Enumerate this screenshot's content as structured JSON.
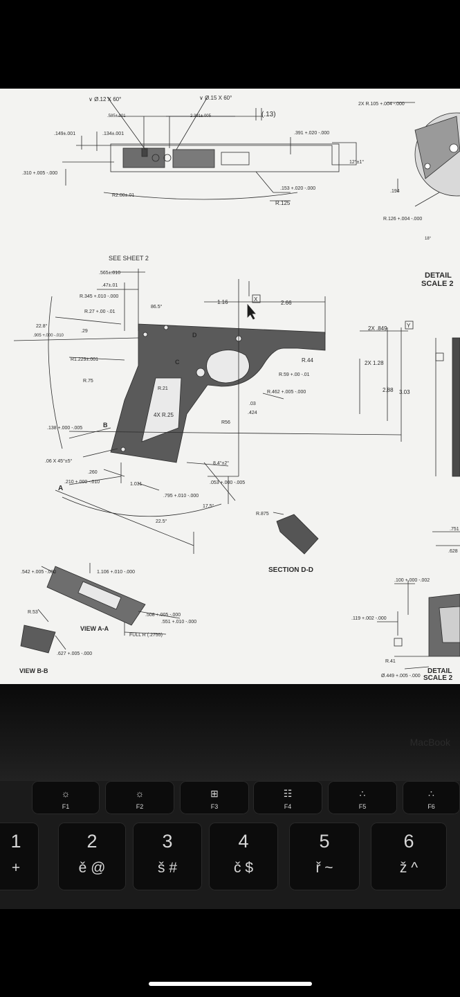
{
  "drawing": {
    "labels": [
      "∨ Ø.12 X 60°",
      "∨ Ø.15 X 60°",
      ".585±.001",
      "2.391±.005",
      "(.13)",
      ".149±.001",
      ".134±.001",
      ".391 +.020 -.000",
      "12°±1°",
      ".310 +.005 -.000",
      "R2.00±.01",
      ".153 +.020 -.000",
      "R.125",
      "2X R.105 +.004 -.000",
      ".194",
      "R.126 +.004 -.000",
      "18°",
      "SEE SHEET 2",
      ".565±.010",
      ".47±.01",
      "R.345 +.010 -.000",
      "R.27 +.00 -.01",
      "86.5°",
      "1.16",
      "2.66",
      "22.8°",
      ".905 +.000 -.010",
      ".29",
      "2X .849",
      "R1.229±.001",
      "R.44",
      "R.59 +.00 -.01",
      "2X 1.28",
      "R.75",
      "R.21",
      "R.462 +.005 -.000",
      "2.88",
      "3.03",
      ".03",
      ".424",
      "4X R.25",
      "R56",
      ".138 +.000 -.005",
      "B",
      "D",
      "C",
      ".06 X 45°±5°",
      ".260",
      "8.4°±2°",
      ".210 +.000 -.010",
      "A",
      "1.031",
      ".053 +.000 -.005",
      ".795 +.010 -.000",
      "17.5°",
      "R.875",
      "22.5°",
      ".751",
      ".628",
      ".542 +.005 -.000",
      "1.106 +.010 -.000",
      ".100 +.000 -.002",
      "R.53",
      ".508 +.005 -.000",
      ".551 +.010 -.000",
      ".119 +.002 -.000",
      "FULL R (.2755)",
      "VIEW A-A",
      ".627 +.005 -.000",
      "R.41",
      "Ø.449 +.005 -.000",
      "VIEW B-B",
      "SECTION D-D",
      "DETAIL",
      "SCALE 2",
      "DETAIL",
      "SCALE 2",
      "X",
      "Y"
    ]
  },
  "laptop": {
    "brand": "MacBook"
  },
  "keyboard": {
    "function_keys": [
      {
        "label": "F1",
        "icon": "brightness-down-icon",
        "glyph": "☼"
      },
      {
        "label": "F2",
        "icon": "brightness-up-icon",
        "glyph": "☼"
      },
      {
        "label": "F3",
        "icon": "mission-control-icon",
        "glyph": "⊞"
      },
      {
        "label": "F4",
        "icon": "launchpad-icon",
        "glyph": "☷"
      },
      {
        "label": "F5",
        "icon": "keyboard-light-down-icon",
        "glyph": "∴"
      },
      {
        "label": "F6",
        "icon": "keyboard-light-up-icon",
        "glyph": "∴"
      }
    ],
    "number_keys": [
      {
        "top": "1",
        "bottom": "+"
      },
      {
        "top": "2",
        "bottom": "ě @"
      },
      {
        "top": "3",
        "bottom": "š #"
      },
      {
        "top": "4",
        "bottom": "č $"
      },
      {
        "top": "5",
        "bottom": "ř ~"
      },
      {
        "top": "6",
        "bottom": "ž ^"
      }
    ]
  },
  "colors": {
    "paper": "#f3f3f1",
    "line": "#2a2a2a",
    "part_fill": "#5a5a5a"
  }
}
